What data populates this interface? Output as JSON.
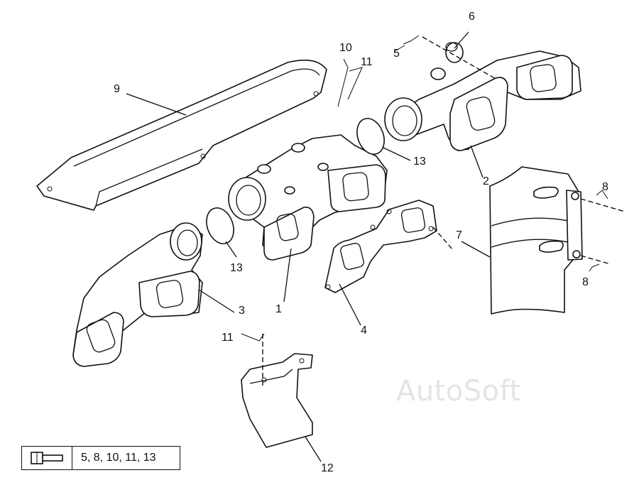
{
  "diagram": {
    "callouts": {
      "c1": "1",
      "c2": "2",
      "c3": "3",
      "c4": "4",
      "c5": "5",
      "c6": "6",
      "c7": "7",
      "c8a": "8",
      "c8b": "8",
      "c9": "9",
      "c10": "10",
      "c11a": "11",
      "c11b": "11",
      "c12": "12",
      "c13a": "13",
      "c13b": "13"
    },
    "watermark": "AutoSoft",
    "legend": {
      "icon": "bolt-icon",
      "text": "5, 8, 10, 11, 13"
    }
  }
}
